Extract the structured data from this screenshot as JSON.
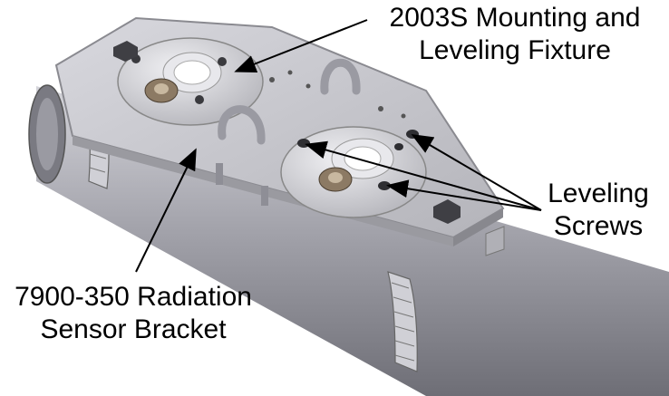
{
  "labels": {
    "fixture": {
      "line1": "2003S Mounting and",
      "line2": "Leveling Fixture"
    },
    "screws": {
      "line1": "Leveling",
      "line2": "Screws"
    },
    "bracket": {
      "line1": "7900-350 Radiation",
      "line2": "Sensor Bracket"
    }
  },
  "colors": {
    "pipe": "#8e8e96",
    "pipe_highlight": "#c9c9d0",
    "plate": "#bdbdc3",
    "plate_edge": "#8a8a90",
    "metal_light": "#e6e6ea",
    "bronze": "#8c7a64",
    "dark": "#3a3a3e",
    "leader": "#000000"
  }
}
